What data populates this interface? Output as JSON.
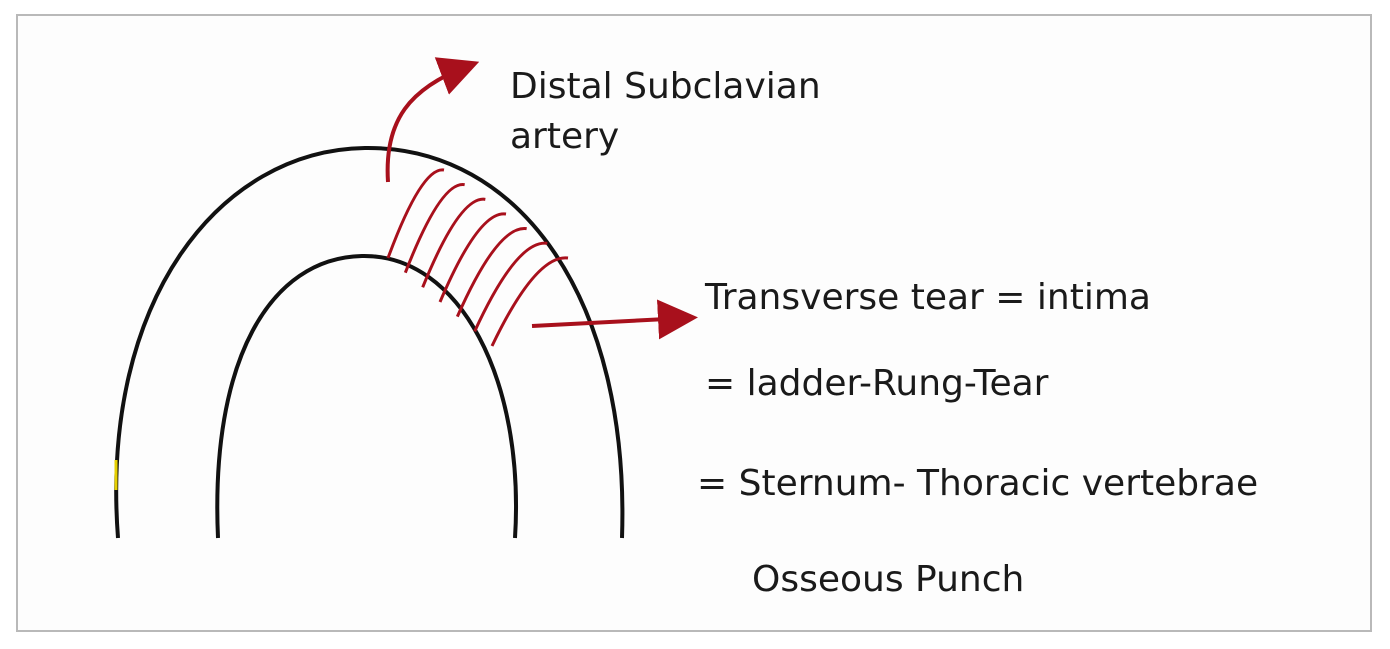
{
  "labels": {
    "distal_line1": "Distal Subclavian",
    "distal_line2": "artery",
    "transverse": "Transverse tear = intima",
    "ladder": "= ladder-Rung-Tear",
    "sternum": "= Sternum- Thoracic vertebrae",
    "osseous": "Osseous Punch"
  },
  "colors": {
    "outline": "#111111",
    "accent": "#a8101c",
    "frame": "#b9b9b9"
  },
  "tear_rungs": 7
}
